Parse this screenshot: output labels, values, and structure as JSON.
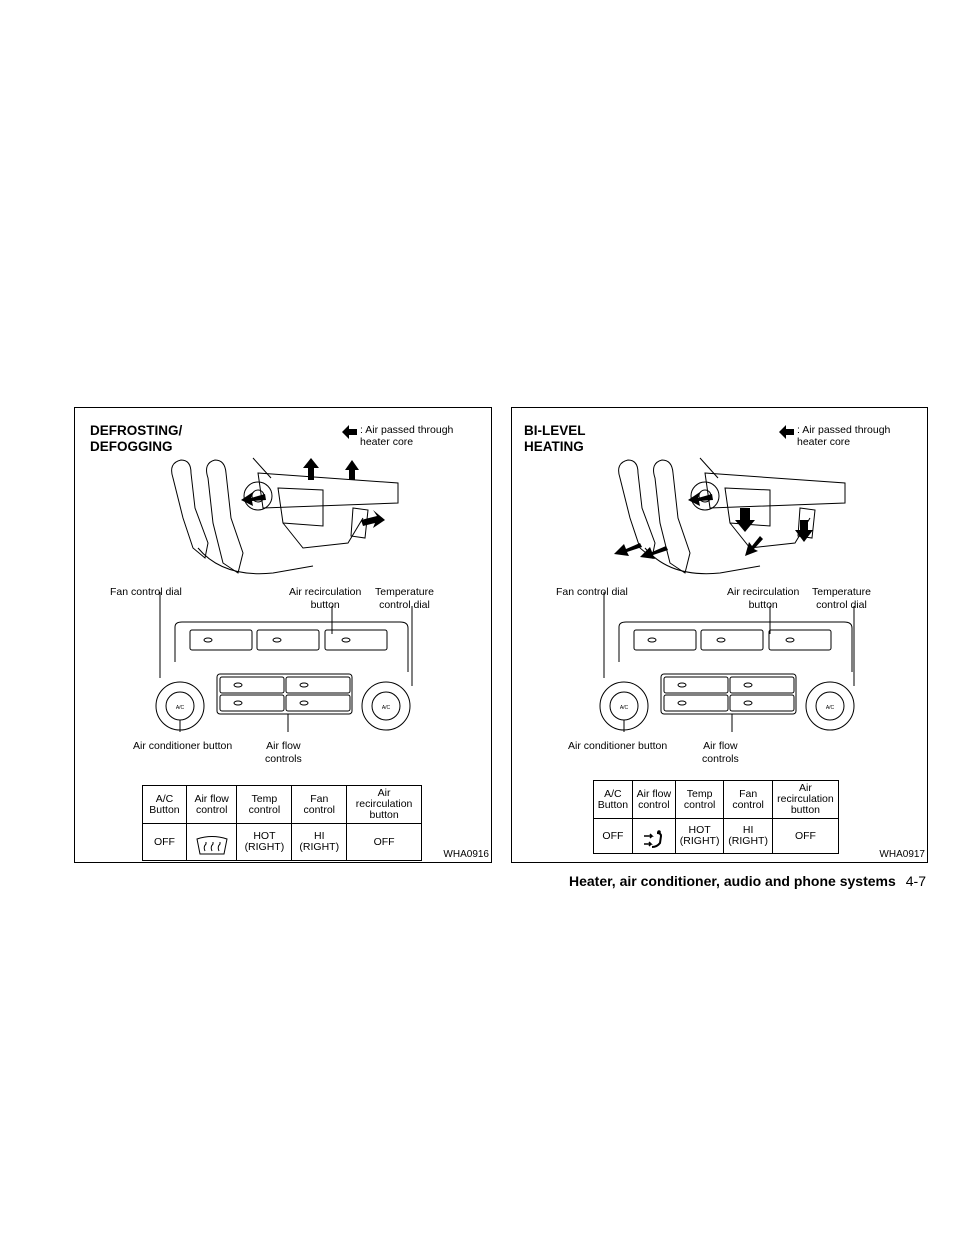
{
  "figures": [
    {
      "title": "DEFROSTING/\nDEFOGGING",
      "legend": ": Air passed through\nheater core",
      "labels": {
        "fan_dial": "Fan control dial",
        "recirc": "Air recirculation\nbutton",
        "temp": "Temperature\ncontrol dial",
        "ac_button": "Air conditioner button",
        "airflow": "Air flow\ncontrols"
      },
      "panel": {
        "ac_knob": "A/C",
        "right_knob": "A/C"
      },
      "table": {
        "headers": [
          "A/C\nButton",
          "Air flow\ncontrol",
          "Temp\ncontrol",
          "Fan\ncontrol",
          "Air\nrecirculation\nbutton"
        ],
        "values": [
          "OFF",
          "defrost-icon",
          "HOT\n(RIGHT)",
          "HI\n(RIGHT)",
          "OFF"
        ]
      },
      "code": "WHA0916"
    },
    {
      "title": "BI-LEVEL\nHEATING",
      "legend": ": Air passed through\nheater core",
      "labels": {
        "fan_dial": "Fan control dial",
        "recirc": "Air recirculation\nbutton",
        "temp": "Temperature\ncontrol dial",
        "ac_button": "Air conditioner button",
        "airflow": "Air flow\ncontrols"
      },
      "panel": {
        "ac_knob": "A/C",
        "right_knob": "A/C"
      },
      "table": {
        "headers": [
          "A/C\nButton",
          "Air flow\ncontrol",
          "Temp\ncontrol",
          "Fan\ncontrol",
          "Air\nrecirculation\nbutton"
        ],
        "values": [
          "OFF",
          "bi-level-icon",
          "HOT\n(RIGHT)",
          "HI\n(RIGHT)",
          "OFF"
        ]
      },
      "code": "WHA0917"
    }
  ],
  "footer": {
    "section": "Heater, air conditioner, audio and phone systems",
    "page": "4-7"
  }
}
